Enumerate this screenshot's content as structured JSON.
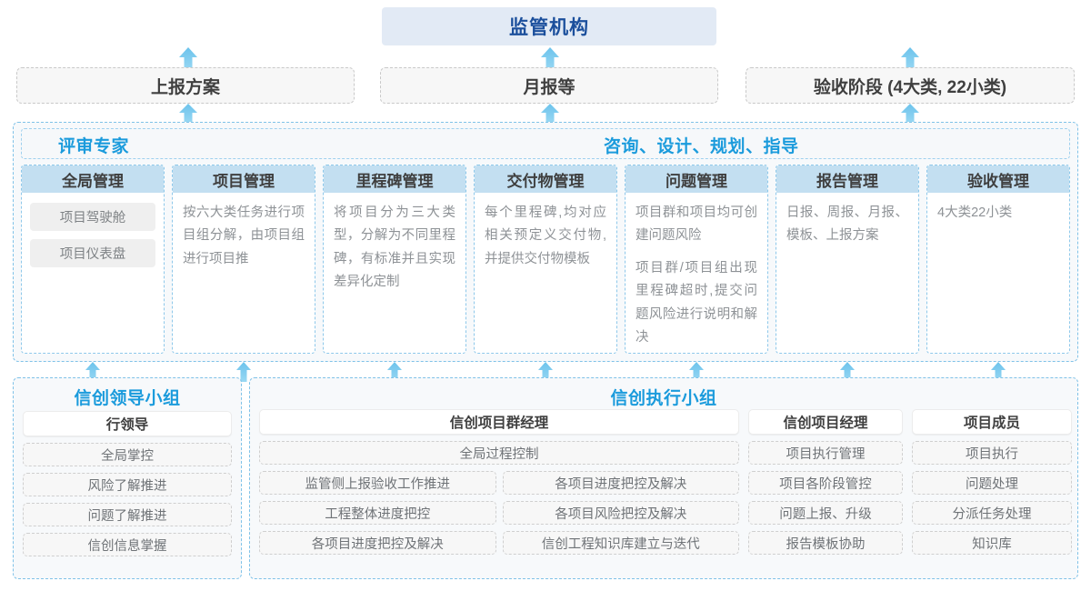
{
  "top": {
    "regulator": "监管机构"
  },
  "reports": [
    {
      "label": "上报方案"
    },
    {
      "label": "月报等"
    },
    {
      "label": "验收阶段 (4大类, 22小类)"
    }
  ],
  "middle": {
    "header_left": "评审专家",
    "header_center": "咨询、设计、规划、指导",
    "columns": [
      {
        "title": "全局管理",
        "kind": "pills",
        "pills": [
          "项目驾驶舱",
          "项目仪表盘"
        ],
        "paragraphs": []
      },
      {
        "title": "项目管理",
        "kind": "text",
        "pills": [],
        "paragraphs": [
          "按六大类任务进行项目组分解，由项目组进行项目推"
        ]
      },
      {
        "title": "里程碑管理",
        "kind": "text",
        "pills": [],
        "paragraphs": [
          "将项目分为三大类型，分解为不同里程碑，有标准并且实现差异化定制"
        ]
      },
      {
        "title": "交付物管理",
        "kind": "text",
        "pills": [],
        "paragraphs": [
          "每个里程碑,均对应相关预定义交付物,并提供交付物模板"
        ]
      },
      {
        "title": "问题管理",
        "kind": "text",
        "pills": [],
        "paragraphs": [
          "项目群和项目均可创建问题风险",
          "项目群/项目组出现里程碑超时,提交问题风险进行说明和解决"
        ]
      },
      {
        "title": "报告管理",
        "kind": "text",
        "pills": [],
        "paragraphs": [
          "日报、周报、月报、模板、上报方案"
        ]
      },
      {
        "title": "验收管理",
        "kind": "text",
        "pills": [],
        "paragraphs": [
          "4大类22小类"
        ]
      }
    ]
  },
  "bottom": {
    "left_group": {
      "title": "信创领导小组",
      "head": "行领导",
      "items": [
        "全局掌控",
        "风险了解推进",
        "问题了解推进",
        "信创信息掌握"
      ]
    },
    "right_group": {
      "title": "信创执行小组",
      "program_manager": {
        "head": "信创项目群经理",
        "full_width_item": "全局过程控制",
        "items_left": [
          "监管侧上报验收工作推进",
          "工程整体进度把控",
          "各项目进度把控及解决"
        ],
        "items_right": [
          "各项目进度把控及解决",
          "各项目风险把控及解决",
          "信创工程知识库建立与迭代"
        ]
      },
      "project_manager": {
        "head": "信创项目经理",
        "items": [
          "项目执行管理",
          "项目各阶段管控",
          "问题上报、升级",
          "报告模板协助"
        ]
      },
      "project_member": {
        "head": "项目成员",
        "items": [
          "项目执行",
          "问题处理",
          "分派任务处理",
          "知识库"
        ]
      }
    }
  },
  "arrows": {
    "top_row_count": 3,
    "mid_row_count": 7,
    "color": "#56b8e8"
  }
}
